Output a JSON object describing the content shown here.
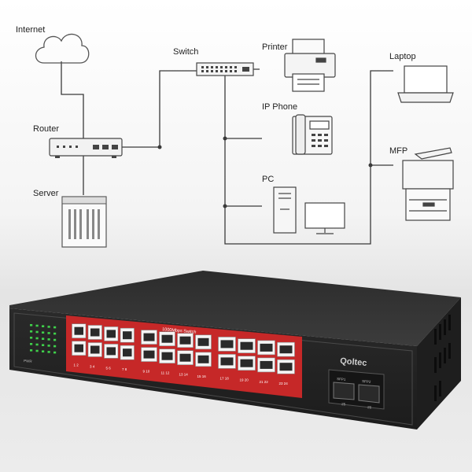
{
  "diagram": {
    "labels": {
      "internet": "Internet",
      "router": "Router",
      "server": "Server",
      "switch": "Switch",
      "printer": "Printer",
      "ip_phone": "IP Phone",
      "pc": "PC",
      "laptop": "Laptop",
      "mfp": "MFP"
    }
  },
  "device": {
    "brand": "Qoltec",
    "panel_label": "1000Mbps Switch",
    "power_label": "PWR",
    "port_numbers_top": [
      "1",
      "3",
      "5",
      "7",
      "9",
      "11",
      "13",
      "15",
      "17",
      "19",
      "21",
      "23"
    ],
    "port_numbers_bottom": [
      "2",
      "4",
      "6",
      "8",
      "10",
      "12",
      "14",
      "16",
      "18",
      "20",
      "22",
      "24"
    ],
    "sfp_labels": [
      "SFP1",
      "SFP2"
    ],
    "sfp_numbers": [
      "25",
      "26"
    ]
  },
  "colors": {
    "line": "#3a3a3a",
    "chassis": "#2b2b2b",
    "panel_red": "#c62828",
    "led_green": "#3fcf4a"
  },
  "icons": [
    "cloud-icon",
    "router-icon",
    "server-icon",
    "switch-icon",
    "printer-icon",
    "ip-phone-icon",
    "pc-icon",
    "laptop-icon",
    "mfp-icon"
  ]
}
